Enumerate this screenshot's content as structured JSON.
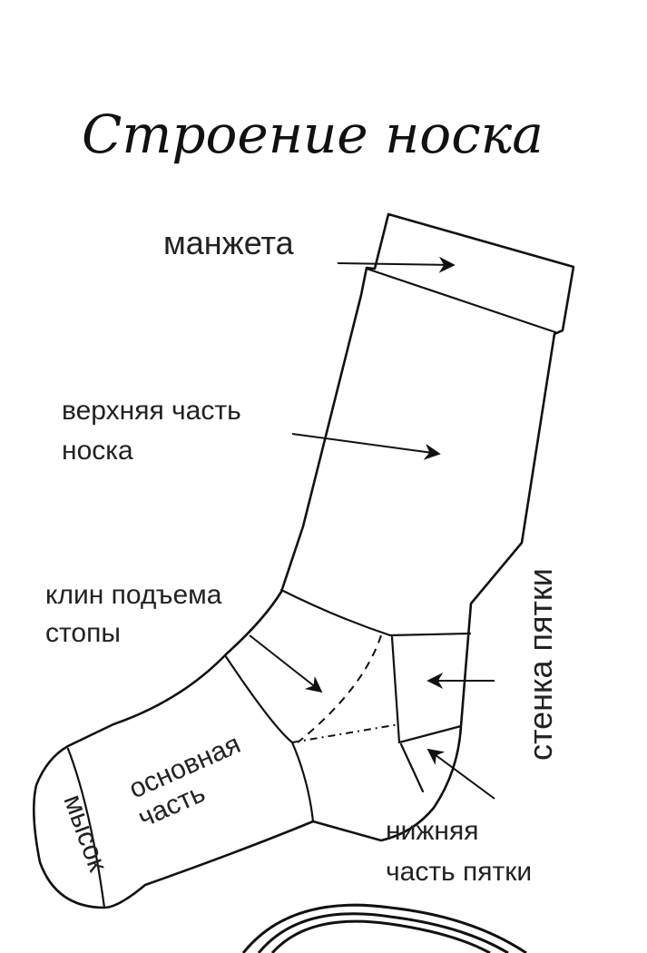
{
  "title": "Строение носка",
  "labels": {
    "cuff": "манжета",
    "upper_line1": "верхняя часть",
    "upper_line2": "носка",
    "gusset_line1": "клин подъема",
    "gusset_line2": "стопы",
    "heel_wall": "стенка пятки",
    "main_line1": "основная",
    "main_line2": "часть",
    "toe": "мысок",
    "heel_bottom_line1": "нижняя",
    "heel_bottom_line2": "часть пятки"
  },
  "colors": {
    "ink": "#111111",
    "background": "#ffffff"
  }
}
